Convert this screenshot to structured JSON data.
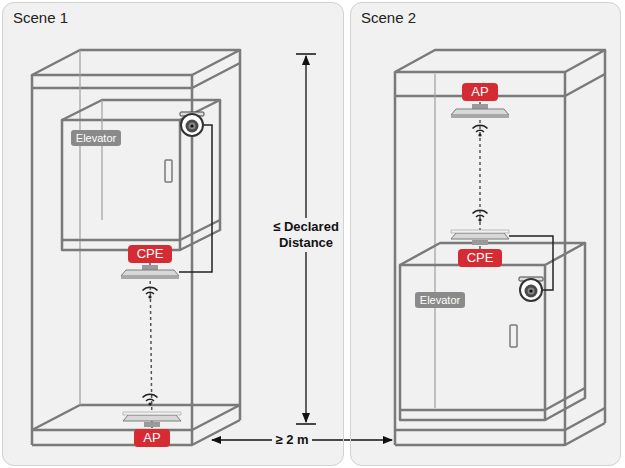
{
  "diagram": {
    "nodes": [
      {
        "text": [
          "Scene 1"
        ]
      },
      {
        "text": [
          "Elevator"
        ],
        "in": 0
      },
      {
        "text": [
          "CPE"
        ],
        "in": 0
      },
      {
        "text": [
          "AP"
        ],
        "in": 0
      },
      {
        "text": [
          "Scene 2"
        ]
      },
      {
        "text": [
          "AP"
        ],
        "in": 4
      },
      {
        "text": [
          "CPE"
        ],
        "in": 4
      },
      {
        "text": [
          "Elevator"
        ],
        "in": 4
      }
    ],
    "edges": [
      {
        "from": 2,
        "to": 3,
        "arrow": "none"
      },
      {
        "from": 6,
        "to": 5,
        "arrow": "none"
      }
    ],
    "labels": [
      "≤ Declared Distance",
      "≥ 2 m"
    ]
  }
}
